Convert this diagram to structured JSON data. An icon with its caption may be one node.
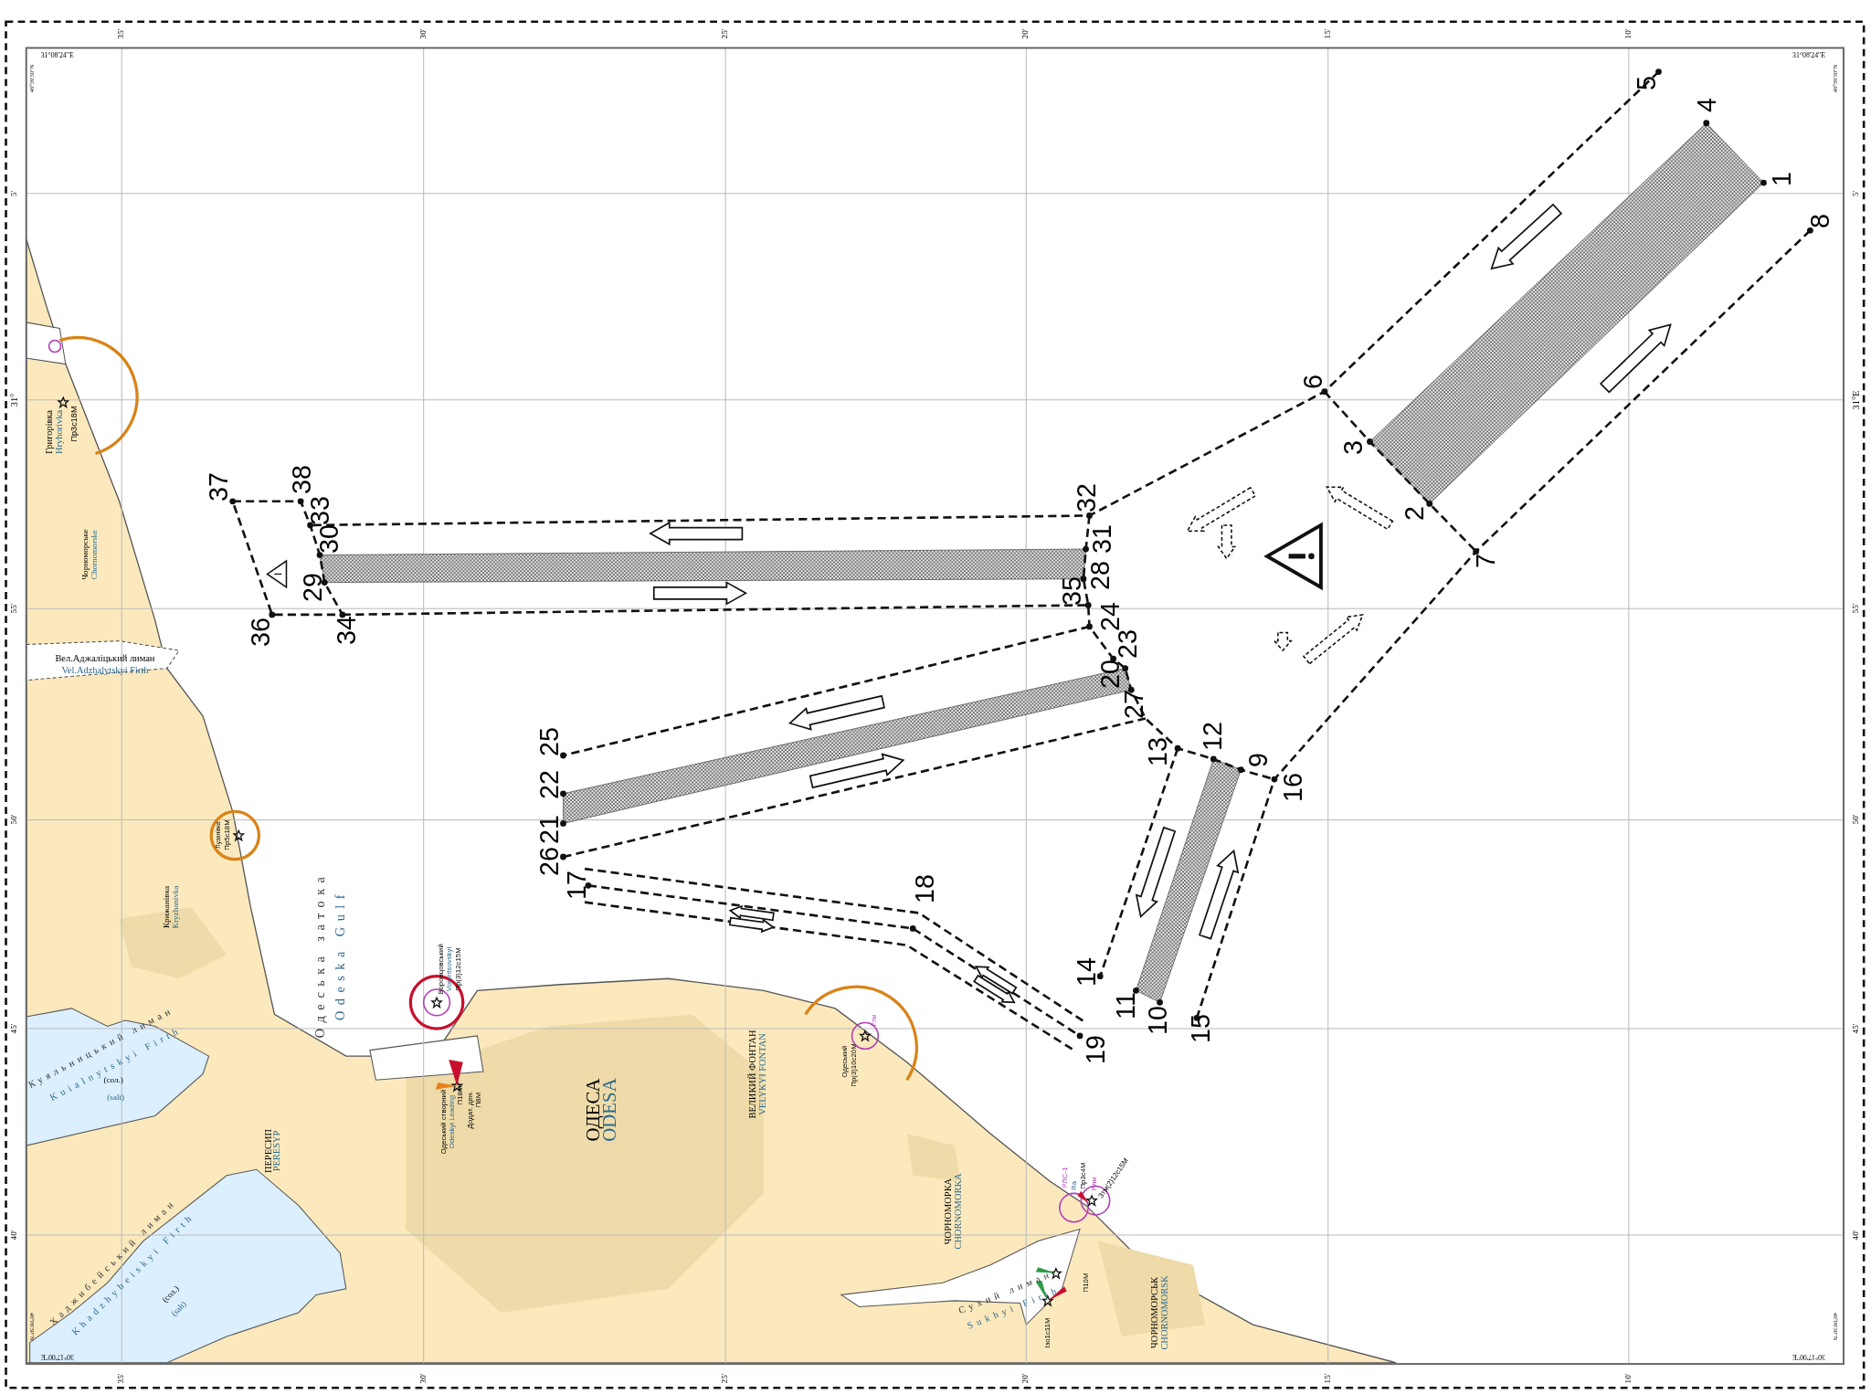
{
  "diagram": {
    "labels": [
      "31°08'24\"E",
      "46°36'30\"N",
      "35'",
      "30'",
      "25'",
      "20'",
      "15'",
      "10'",
      "31°08'24\"E",
      "46°36'30\"N",
      "5'",
      "31°E",
      "55'",
      "50'",
      "45'",
      "40'",
      "5'",
      "31°",
      "55'",
      "50'",
      "45'",
      "40'",
      "35'",
      "30'",
      "25'",
      "20'",
      "15'",
      "10'",
      "30°17'00\"E",
      "46°06'30\"N",
      "30°17'00\"E",
      "46°06'30\"N",
      "Григорівка",
      "Hryhorivka",
      "Пр3с18М",
      "Чорноморське",
      "Chornomorske",
      "Вел.Аджаліцький лиман",
      "Vel.Adzhalytskyi Firth",
      "Лузанівка",
      "Пр5с18М",
      "Крижанівка",
      "Kryzhanivka",
      "Одеська затока",
      "Odeska Gulf",
      "Воронцовський",
      "Vorontsovskyi",
      "Пр(3)12с15М",
      "Одеський створний",
      "Odeskyi Leading",
      "П18М",
      "Додат. ден.",
      "П8М",
      "ОДЕСА",
      "ODESA",
      "ВЕЛИКИЙ ФОНТАН",
      "VELYKYI FONTAN",
      "Одеський",
      "Пр(3)10с20М",
      "Рлм",
      "ПЕРЕСИП",
      "PERESYP",
      "Куяльницький лиман",
      "Kuialnytskyi Firth",
      "(сол.)",
      "(salt)",
      "Хаджибейський лиман",
      "Khadzhybeiskyi Firth",
      "(сол.)",
      "(salt)",
      "ЧОРНОМОРКА",
      "CHORNOMORKA",
      "РЛС-1",
      "Ra",
      "Пр3с4М",
      "Рлм",
      "Зтм(2)12с15М",
      "Сухий лиман",
      "Sukhyi Firth",
      "П10М",
      "Ізо1с11М",
      "ЧОРНОМОРСЬК",
      "CHORNOMORSK",
      "1",
      "2",
      "3",
      "4",
      "5",
      "6",
      "7",
      "8",
      "9",
      "10",
      "11",
      "12",
      "13",
      "14",
      "15",
      "16",
      "17",
      "18",
      "19",
      "20",
      "21",
      "22",
      "23",
      "24",
      "25",
      "26",
      "27",
      "28",
      "29",
      "30",
      "31",
      "32",
      "33",
      "34",
      "35",
      "36",
      "37",
      "38"
    ]
  }
}
